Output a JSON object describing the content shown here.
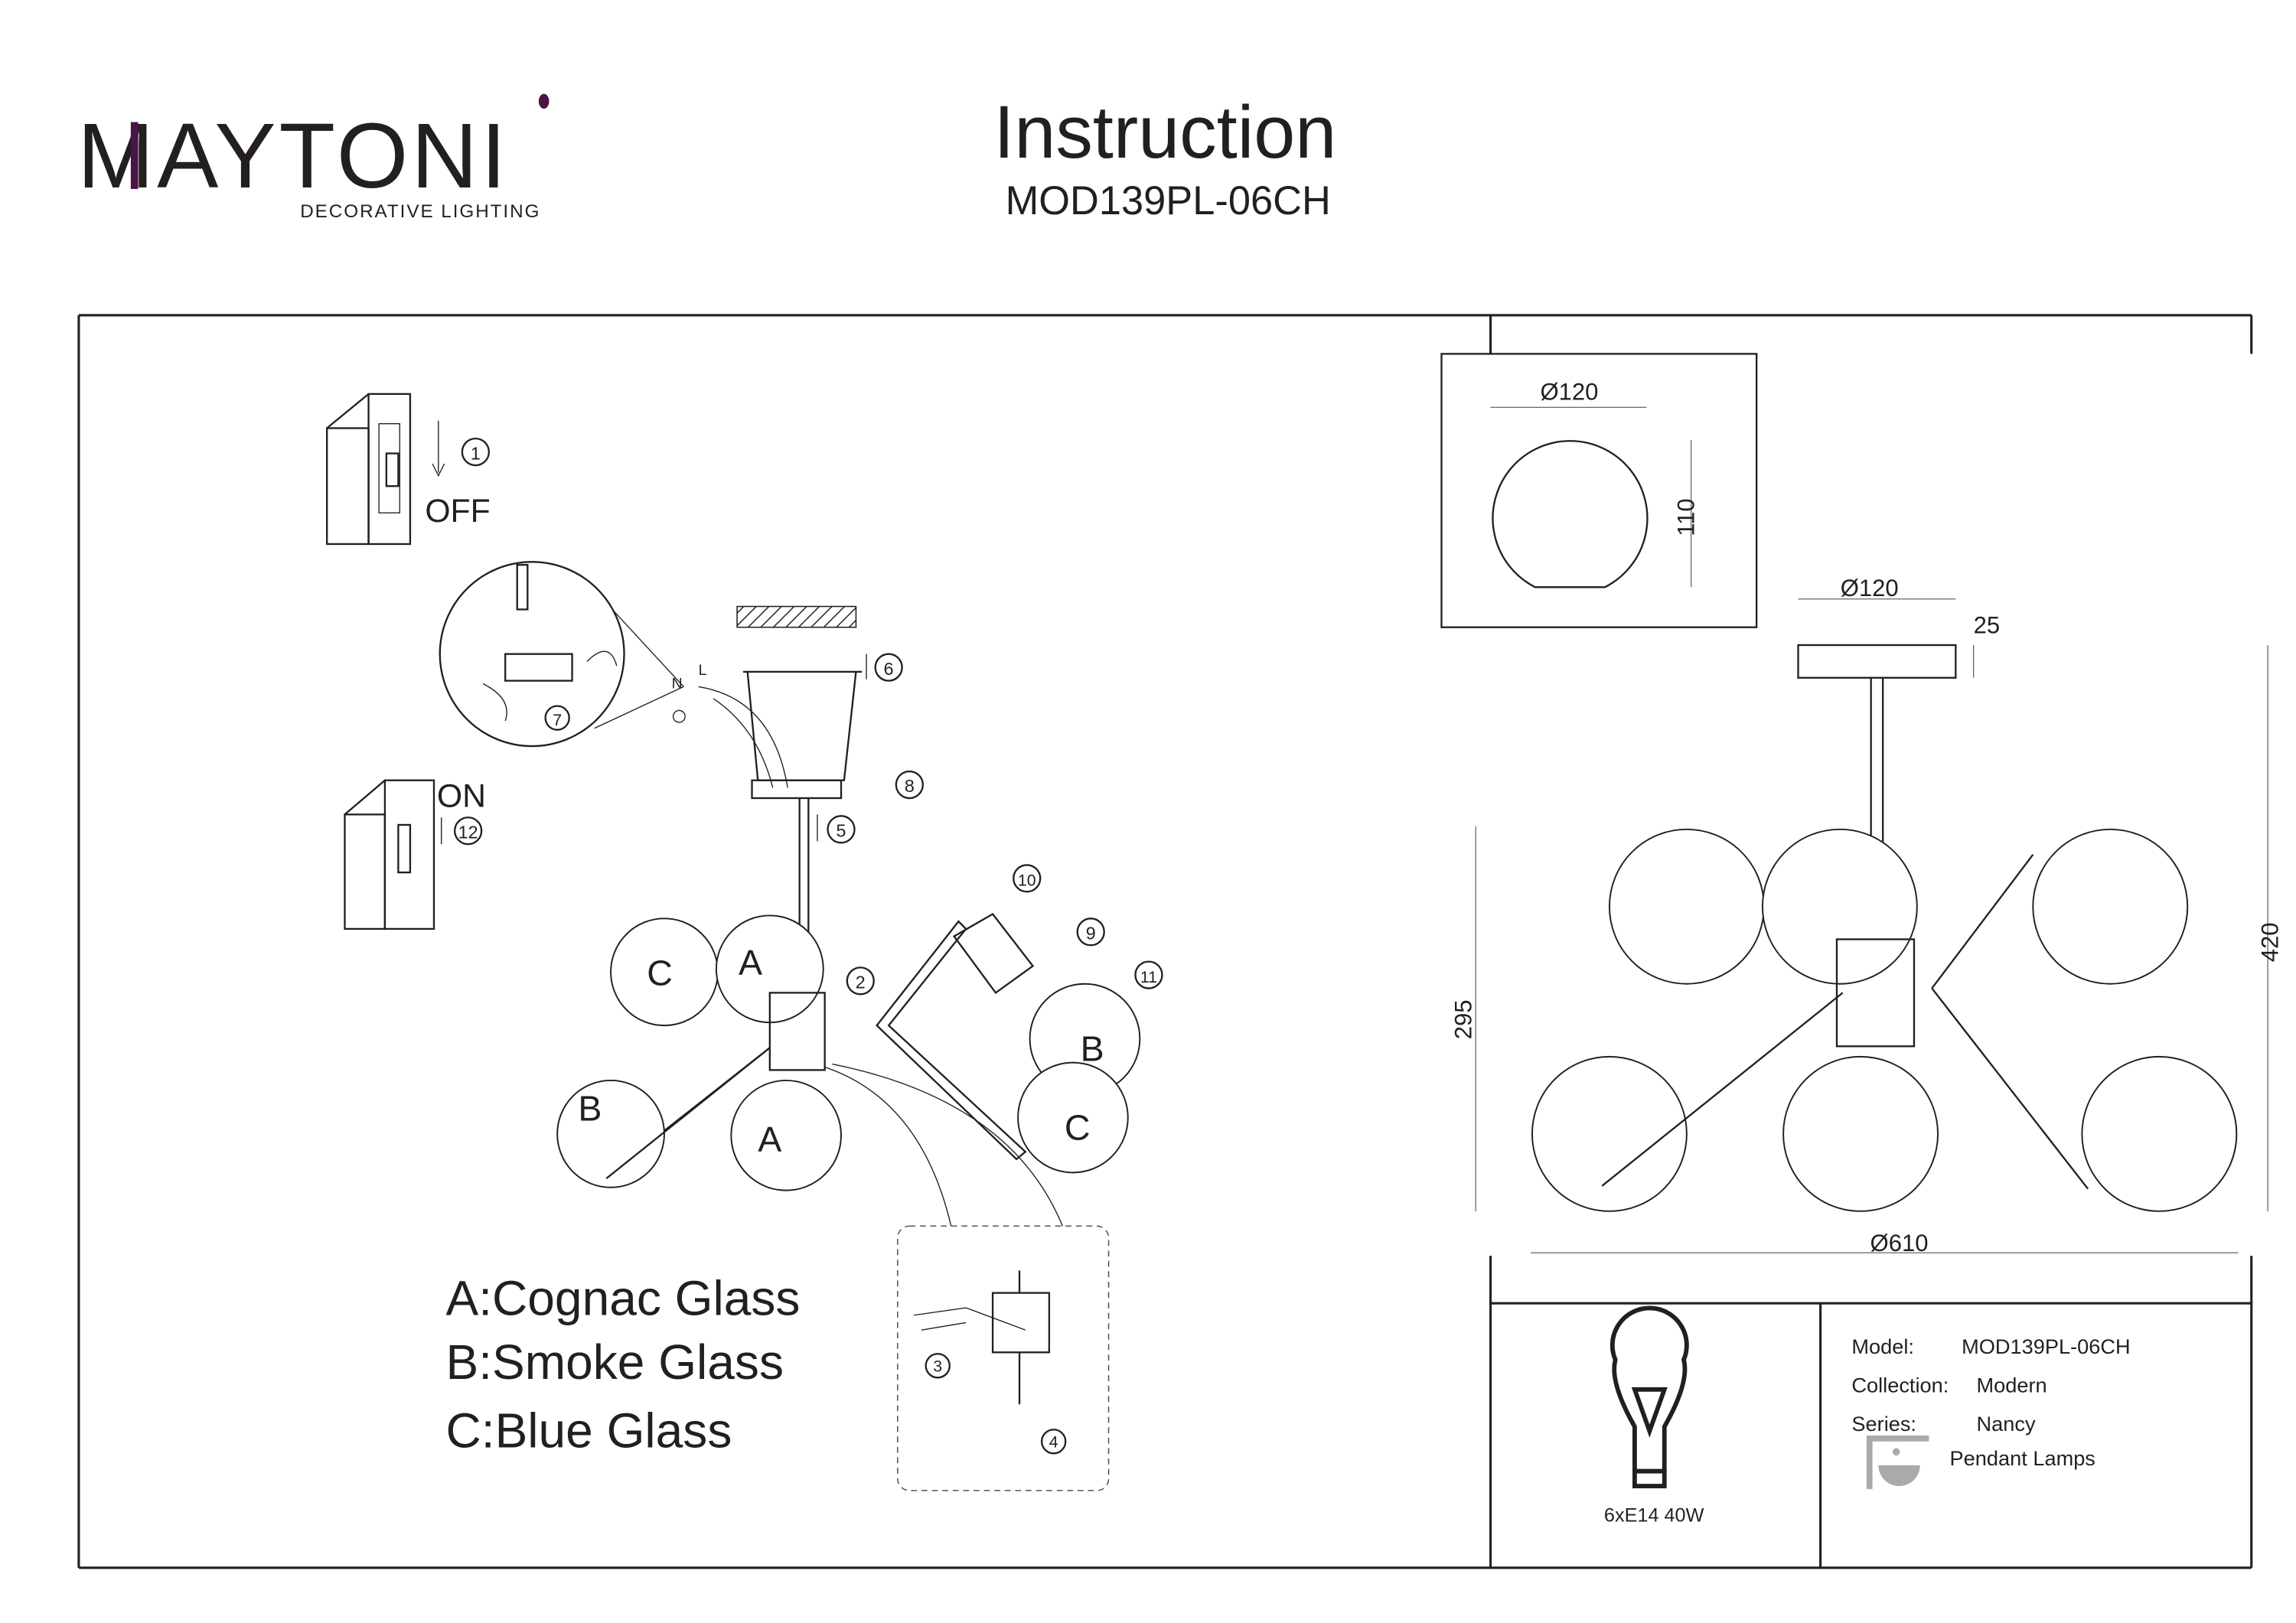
{
  "header": {
    "brand": "MAYTONI",
    "brand_letters": [
      "M",
      "AYTON",
      "I"
    ],
    "tagline": "DECORATIVE LIGHTING",
    "title": "Instruction",
    "model": "MOD139PL-06CH",
    "brand_accent_color": "#4a1445"
  },
  "steps": {
    "off_label": "OFF",
    "on_label": "ON",
    "numbers": [
      "1",
      "2",
      "3",
      "4",
      "5",
      "6",
      "7",
      "8",
      "9",
      "10",
      "11",
      "12"
    ],
    "wire_labels": {
      "n": "N",
      "l": "L"
    }
  },
  "glass_letters": {
    "a": "A",
    "b": "B",
    "c": "C"
  },
  "legend": [
    "A:Cognac Glass",
    "B:Smoke Glass",
    "C:Blue Glass"
  ],
  "dimensions": {
    "shade_diameter": "Ø120",
    "shade_height": "110",
    "canopy_diameter": "Ø120",
    "canopy_height": "25",
    "total_height": "420",
    "body_height": "295",
    "total_diameter": "Ø610"
  },
  "specs": {
    "bulb": "6xE14 40W",
    "model_label": "Model:",
    "model_value": "MOD139PL-06CH",
    "collection_label": "Collection:",
    "collection_value": "Modern",
    "series_label": "Series:",
    "series_value": "Nancy",
    "type_value": "Pendant Lamps",
    "type_icon": "pendant-lamp-icon",
    "bulb_icon": "light-bulb-icon"
  }
}
